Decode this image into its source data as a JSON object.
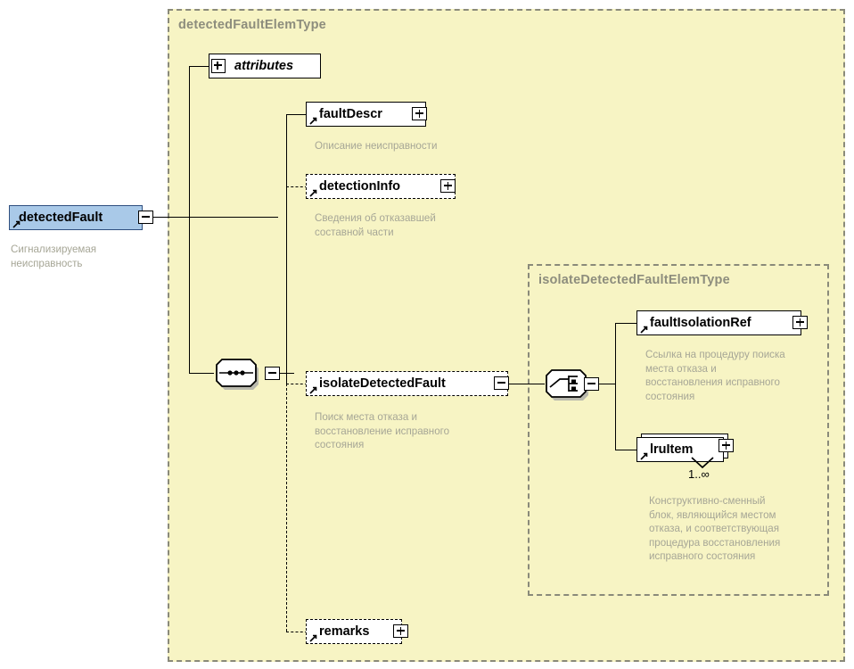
{
  "diagram": {
    "type": "xsd-schema-diagram",
    "colors": {
      "panel_fill": "#f7f4c4",
      "panel_border": "#8a8a7a",
      "panel_title_text": "#8d8d7d",
      "root_node_fill": "#a9c9e8",
      "root_node_border": "#2f4f7f",
      "node_fill": "#ffffff",
      "node_border": "#000000",
      "description_text": "#a6a696",
      "shadow": "#b9b9ad"
    }
  },
  "root": {
    "name": "detectedFault",
    "expander": "minus",
    "description": "Сигнализируемая\nнеисправность"
  },
  "outer_panel": {
    "title": "detectedFaultElemType"
  },
  "inner_panel": {
    "title": "isolateDetectedFaultElemType"
  },
  "attributes_node": {
    "label": "attributes",
    "expander": "plus"
  },
  "compositors": {
    "sequence": {
      "kind": "sequence",
      "expander": "minus"
    },
    "choice": {
      "kind": "choice",
      "expander": "minus"
    }
  },
  "nodes": {
    "faultDescr": {
      "label": "faultDescr",
      "expander": "plus",
      "optional": false,
      "description": "Описание неисправности"
    },
    "detectionInfo": {
      "label": "detectionInfo",
      "expander": "plus",
      "optional": true,
      "description": "Сведения об отказавшей\nсоставной части"
    },
    "isolateDetectedFault": {
      "label": "isolateDetectedFault",
      "expander": "minus",
      "optional": true,
      "description": "Поиск места отказа и\nвосстановление исправного\nсостояния"
    },
    "remarks": {
      "label": "remarks",
      "expander": "plus",
      "optional": true,
      "description": ""
    },
    "faultIsolationRef": {
      "label": "faultIsolationRef",
      "expander": "plus",
      "optional": false,
      "description": "Ссылка на процедуру поиска\nместа отказа и\nвосстановления исправного\nсостояния"
    },
    "lruItem": {
      "label": "lruItem",
      "expander": "plus",
      "optional": false,
      "repeating": true,
      "multiplicity": "1..∞",
      "description": "Конструктивно-сменный\nблок, являющийся местом\nотказа, и соответствующая\nпроцедура восстановления\nисправного состояния"
    }
  }
}
